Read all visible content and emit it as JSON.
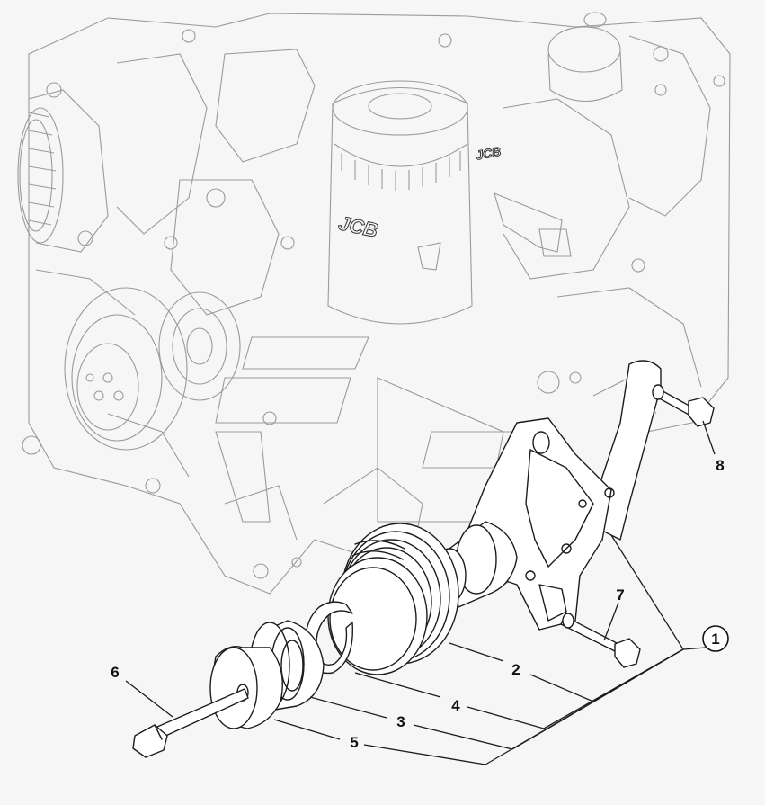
{
  "diagram": {
    "callouts": [
      {
        "id": "callout-1",
        "label": "1"
      },
      {
        "id": "callout-2",
        "label": "2"
      },
      {
        "id": "callout-3",
        "label": "3"
      },
      {
        "id": "callout-4",
        "label": "4"
      },
      {
        "id": "callout-5",
        "label": "5"
      },
      {
        "id": "callout-6",
        "label": "6"
      },
      {
        "id": "callout-7",
        "label": "7"
      },
      {
        "id": "callout-8",
        "label": "8"
      }
    ],
    "brand_marks": [
      "JCB",
      "JCB"
    ]
  }
}
